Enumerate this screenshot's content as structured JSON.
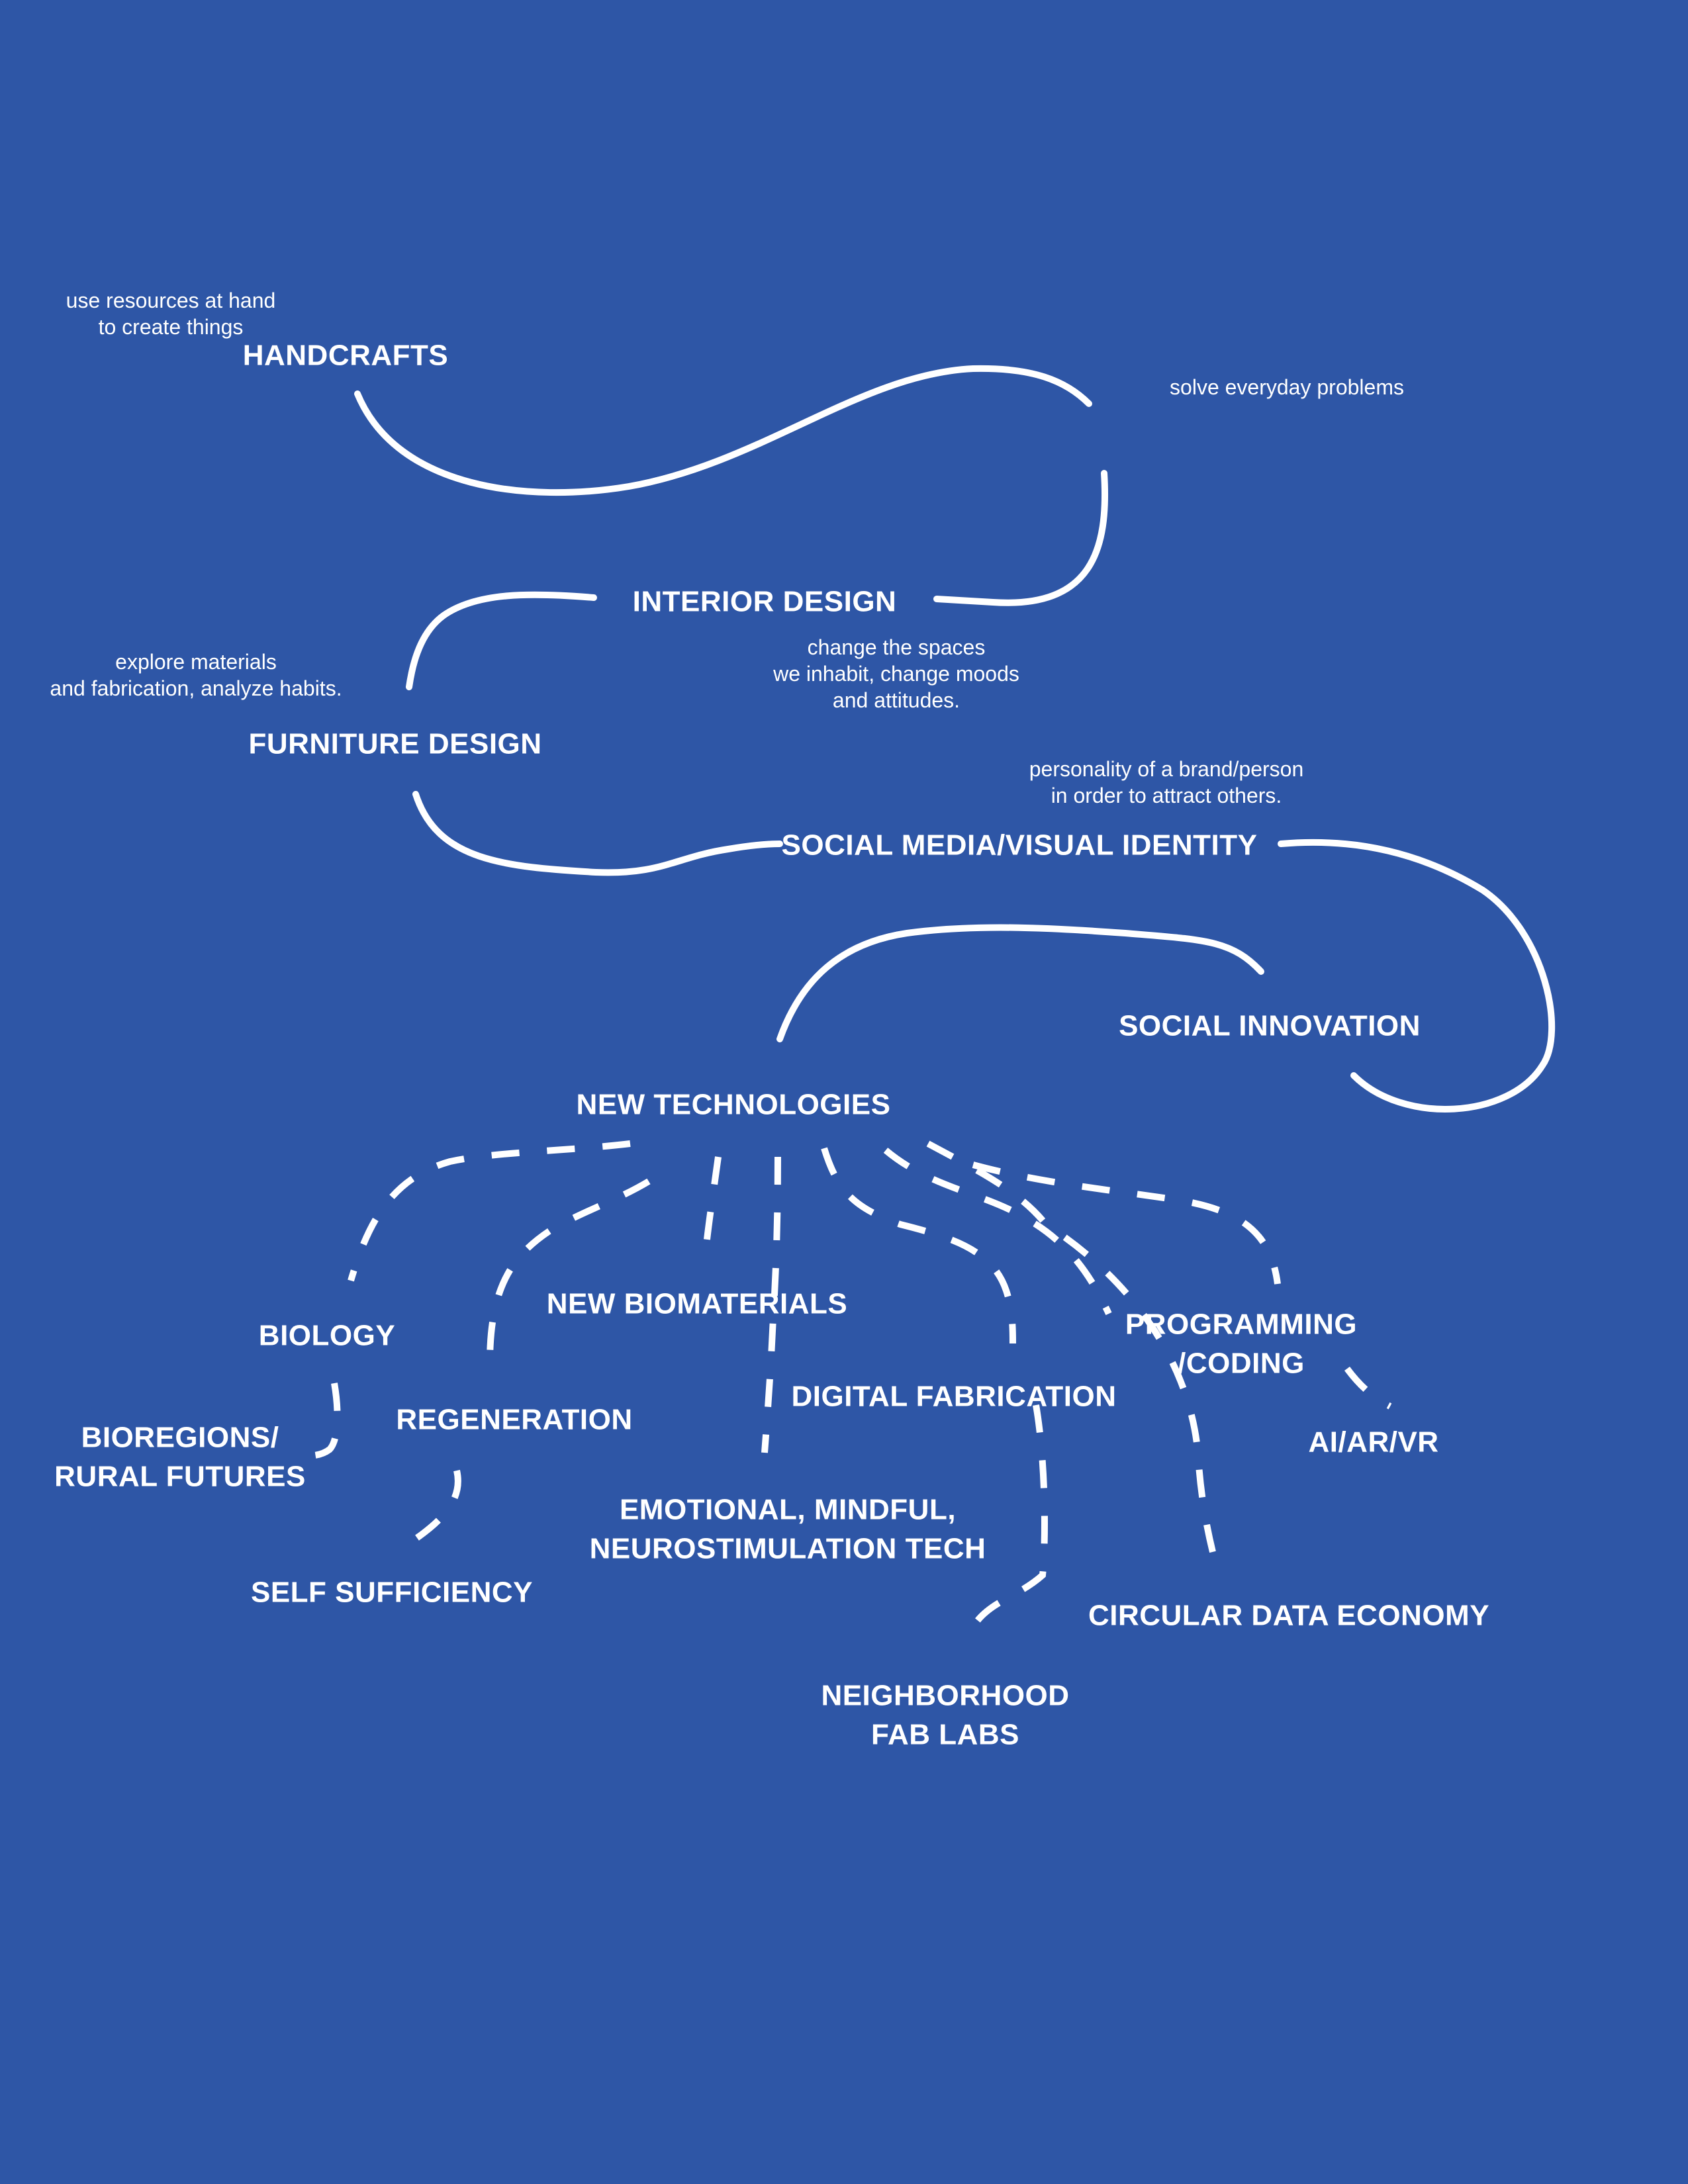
{
  "colors": {
    "background": "#2e56a6",
    "foreground": "#ffffff"
  },
  "nodes": {
    "handcrafts": "HANDCRAFTS",
    "interior_design": "INTERIOR DESIGN",
    "furniture_design": "FURNITURE DESIGN",
    "social_media": "SOCIAL MEDIA/VISUAL IDENTITY",
    "social_innovation": "SOCIAL INNOVATION",
    "new_technologies": "NEW TECHNOLOGIES",
    "biology": "BIOLOGY",
    "bioregions": [
      "BIOREGIONS/",
      "RURAL FUTURES"
    ],
    "regeneration": "REGENERATION",
    "self_sufficiency": "SELF SUFFICIENCY",
    "new_biomaterials": "NEW BIOMATERIALS",
    "emotional": [
      "EMOTIONAL, MINDFUL,",
      "NEUROSTIMULATION TECH"
    ],
    "digital_fabrication": "DIGITAL FABRICATION",
    "neighborhood": [
      "NEIGHBORHOOD",
      "FAB LABS"
    ],
    "programming": [
      "PROGRAMMING",
      "/CODING"
    ],
    "ai_ar_vr": "AI/AR/VR",
    "circular_data": "CIRCULAR DATA ECONOMY"
  },
  "notes": {
    "handcrafts": [
      "use resources at hand",
      "to create things"
    ],
    "everyday": [
      "solve everyday problems"
    ],
    "interior": [
      "change the spaces",
      "we inhabit, change moods",
      "and attitudes."
    ],
    "furniture": [
      "explore materials",
      "and fabrication, analyze habits."
    ],
    "social_media": [
      "personality of a brand/person",
      "in order to attract others."
    ]
  }
}
